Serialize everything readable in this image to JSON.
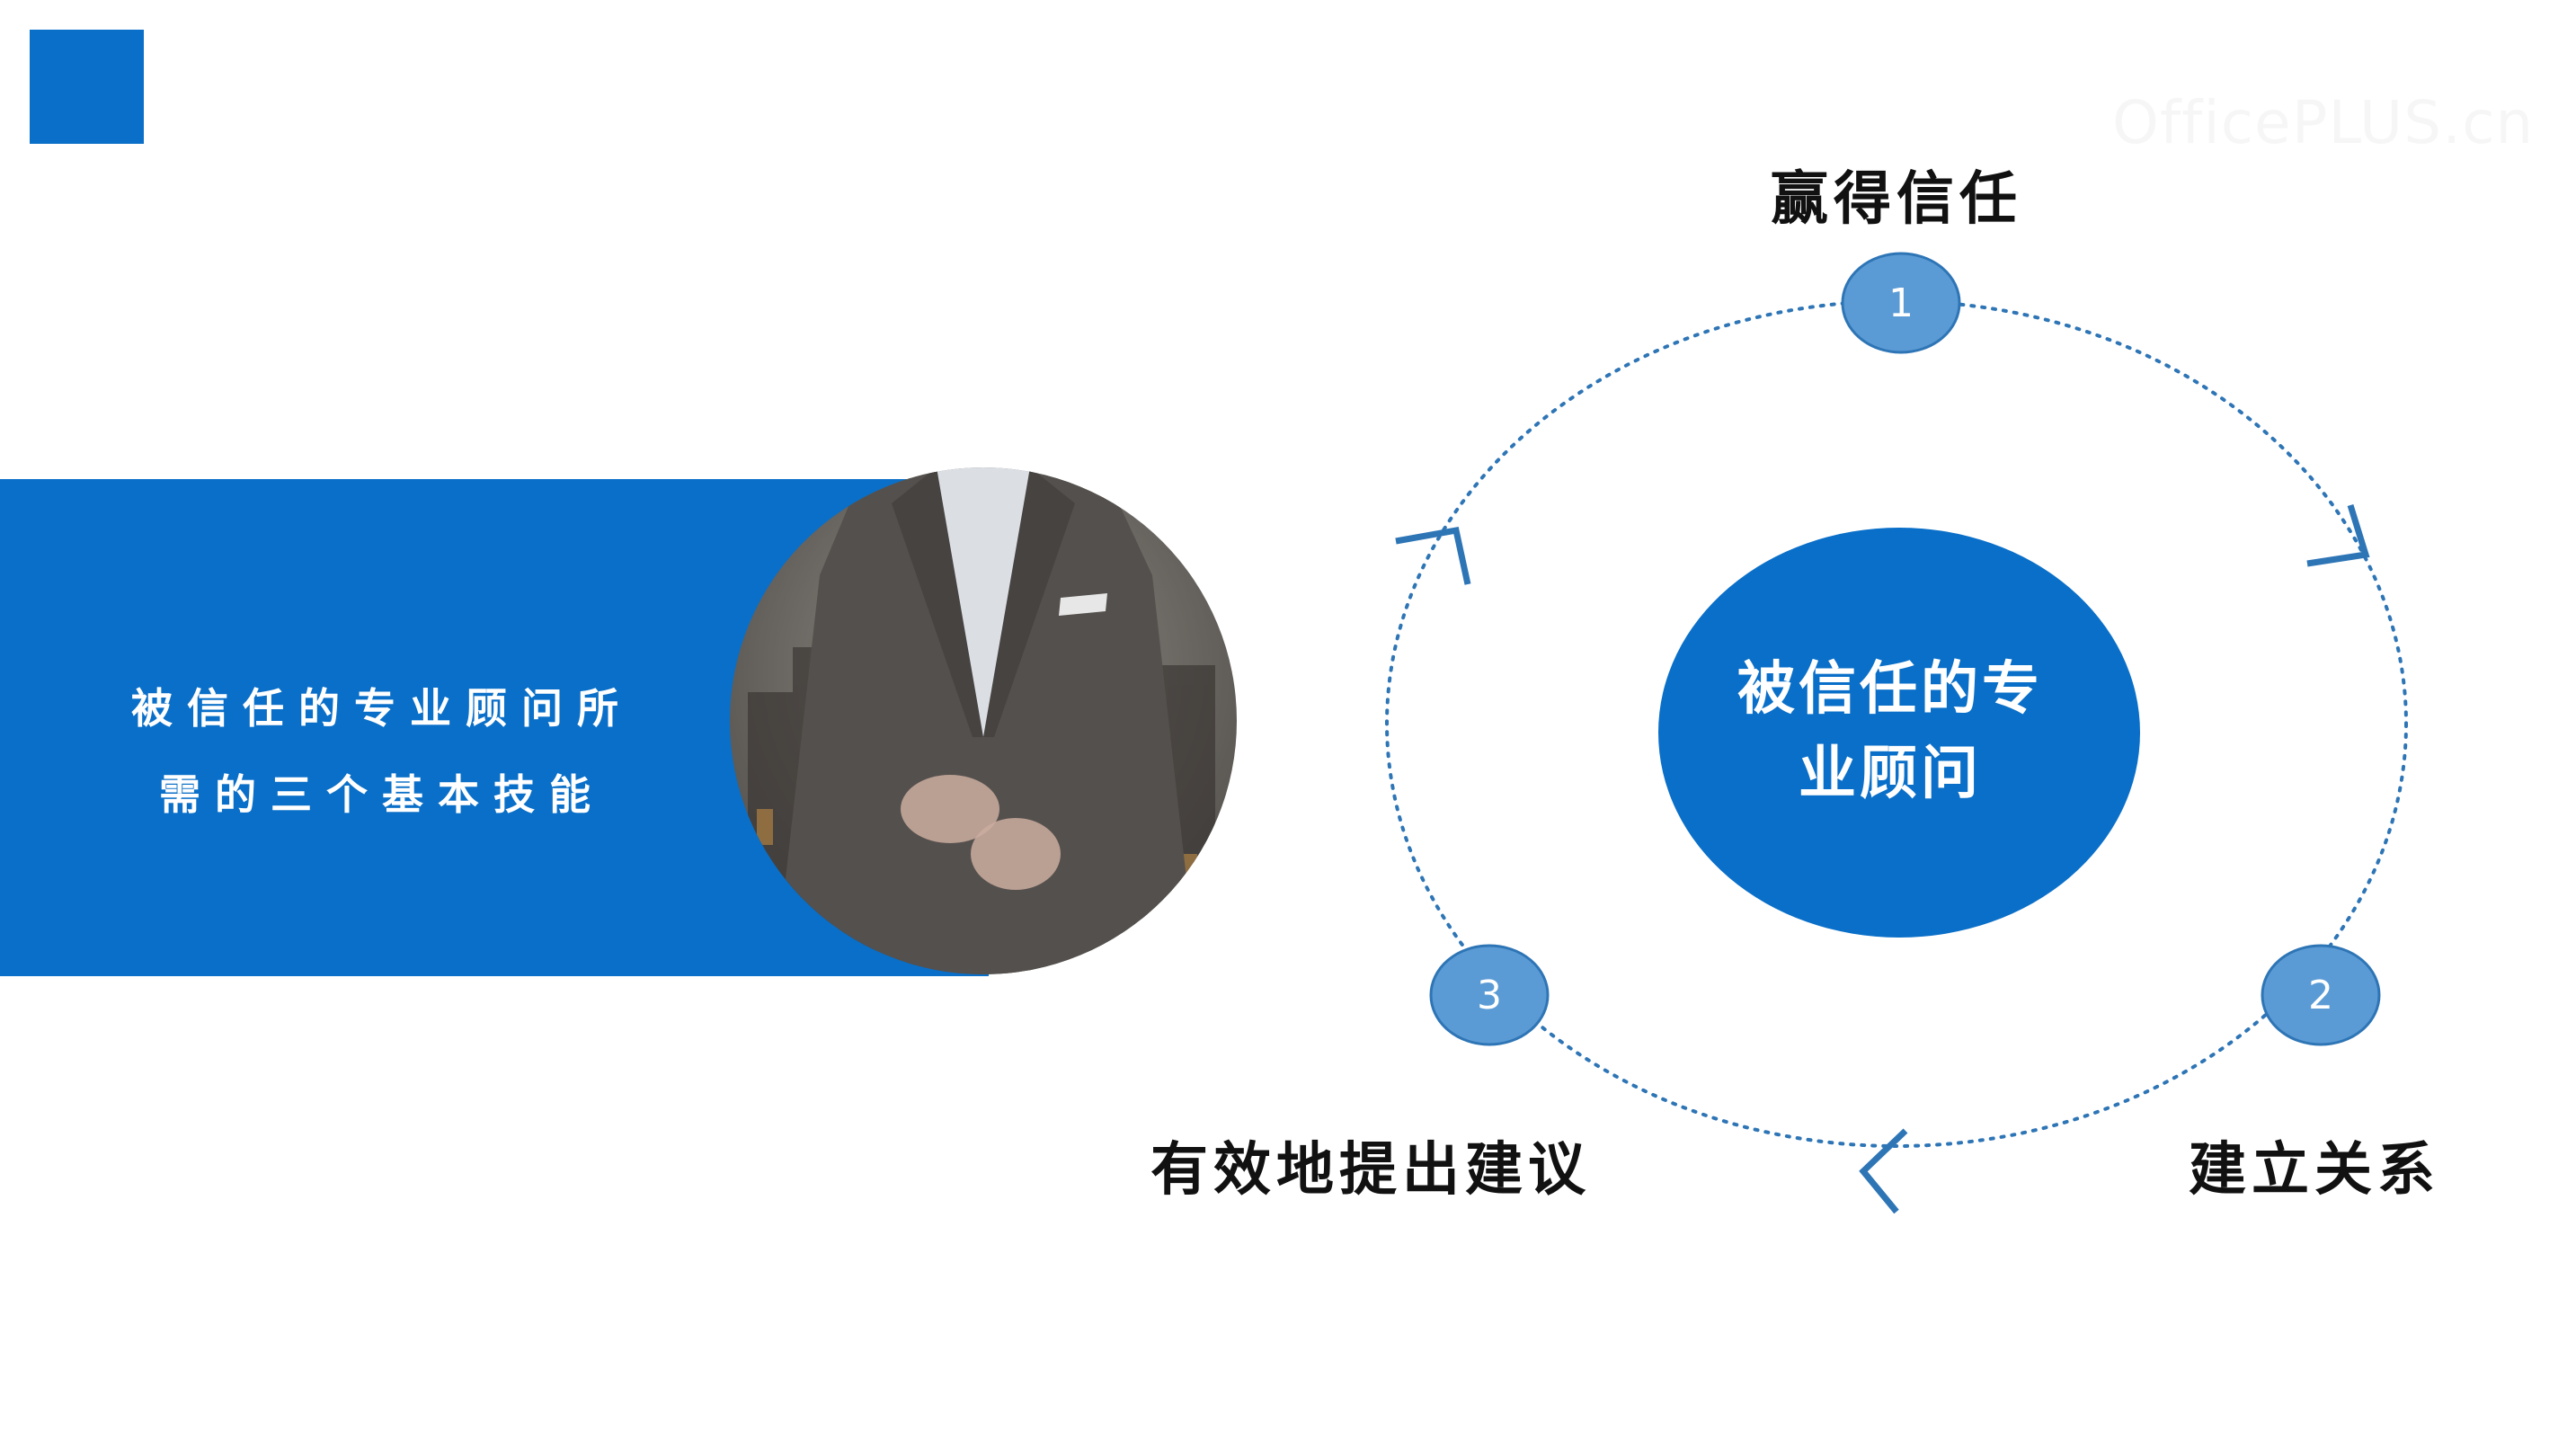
{
  "banner": {
    "line1": "被信任的专业顾问所",
    "line2": "需的三个基本技能"
  },
  "watermark": "OfficePLUS.cn",
  "diagram": {
    "center": {
      "line1": "被信任的专",
      "line2": "业顾问"
    },
    "steps": [
      {
        "number": "1",
        "label": "赢得信任"
      },
      {
        "number": "2",
        "label": "建立关系"
      },
      {
        "number": "3",
        "label": "有效地提出建议"
      }
    ]
  },
  "colors": {
    "primary": "#0a6fc8",
    "node_fill": "#5b9bd5",
    "ring": "#2e75b6"
  },
  "icons": {
    "photo": "businessman-city-photo",
    "arrows": "chevron-arrow-icon"
  }
}
